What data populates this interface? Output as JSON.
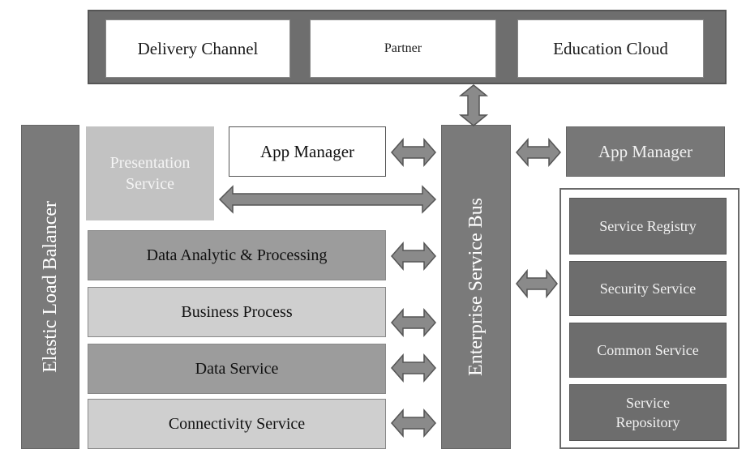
{
  "channels": {
    "delivery": "Delivery Channel",
    "partner": "Partner",
    "education_cloud": "Education Cloud"
  },
  "left_bar": "Elastic Load Balancer",
  "center_bar": "Enterprise Service Bus",
  "presentation": {
    "line1": "Presentation",
    "line2": "Service"
  },
  "app_manager_left": "App Manager",
  "app_manager_right": "App Manager",
  "layers": [
    "Data Analytic & Processing",
    "Business Process",
    "Data Service",
    "Connectivity Service"
  ],
  "services": [
    {
      "line1": "Service Registry",
      "line2": ""
    },
    {
      "line1": "Security Service",
      "line2": ""
    },
    {
      "line1": "Common Service",
      "line2": ""
    },
    {
      "line1": "Service",
      "line2": "Repository"
    }
  ]
}
